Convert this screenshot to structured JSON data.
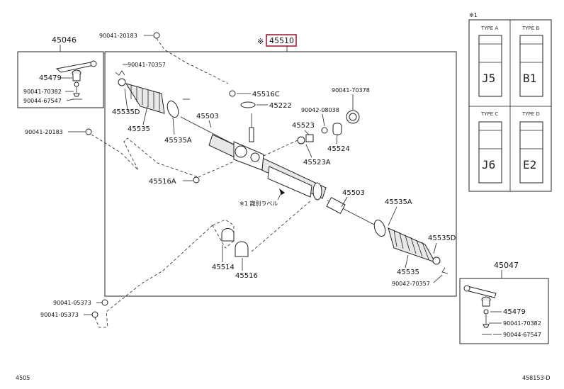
{
  "labels": {
    "top_left_callout": "45046",
    "top_right_callout": "45047",
    "main_assembly": "45510",
    "main_assembly_mark": "※",
    "types_mark": "※1",
    "bottom_left_code": "4505",
    "bottom_right_code": "458153-D"
  },
  "parts": {
    "p90041_20183_top": "90041-20183",
    "p90041_70357_left": "90041-70357",
    "p45535D_left": "45535D",
    "p45535_left": "45535",
    "p45535A_left": "45535A",
    "p45503_top": "45503",
    "p45516C": "45516C",
    "p45222": "45222",
    "p90041_70378": "90041-70378",
    "p90042_08038": "90042-08038",
    "p45523": "45523",
    "p45524": "45524",
    "p45523A": "45523A",
    "p90041_20183_mid": "90041-20183",
    "p45516A": "45516A",
    "label_note": "※1 識別ラベル",
    "p45503_mid": "45503",
    "p45535A_right": "45535A",
    "p45535D_right": "45535D",
    "p45535_right": "45535",
    "p90042_70357": "90042-70357",
    "p45514": "45514",
    "p45516": "45516",
    "p90041_05373_a": "90041-05373",
    "p90041_05373_b": "90041-05373",
    "p45479_left": "45479",
    "p90041_70382_left": "90041-70382",
    "p90044_67547_left": "90044-67547",
    "p45479_right": "45479",
    "p90041_70382_right": "90041-70382",
    "p90044_67547_right": "90044-67547"
  },
  "types": {
    "a_title": "TYPE A",
    "a_code": "J5",
    "b_title": "TYPE B",
    "b_code": "B1",
    "c_title": "TYPE C",
    "c_code": "J6",
    "d_title": "TYPE D",
    "d_code": "E2"
  },
  "colors": {
    "highlight_box": "#a0203a",
    "line": "#222222"
  }
}
